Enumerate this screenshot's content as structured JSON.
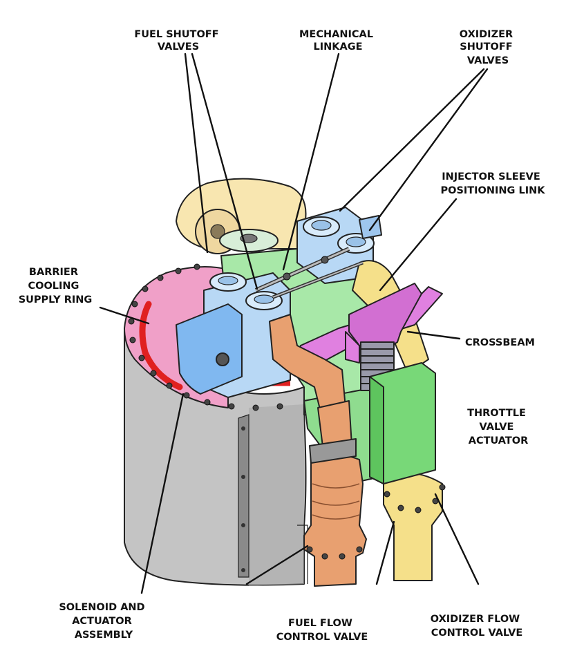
{
  "labels": {
    "fuel_shutoff_valves": [
      "FUEL SHUTOFF",
      "VALVES"
    ],
    "mechanical_linkage": [
      "MECHANICAL",
      "LINKAGE"
    ],
    "oxidizer_shutoff_valves": [
      "OXIDIZER",
      "SHUTOFF",
      "VALVES"
    ],
    "injector_sleeve_positioning_link": [
      "INJECTOR SLEEVE",
      "POSITIONING LINK"
    ],
    "barrier_cooling_supply_ring": [
      "BARRIER",
      "COOLING",
      "SUPPLY RING"
    ],
    "crossbeam": [
      "CROSSBEAM"
    ],
    "throttle_valve_actuator": [
      "THROTTLE",
      "VALVE",
      "ACTUATOR"
    ],
    "solenoid_and_actuator_assembly": [
      "SOLENOID AND",
      "ACTUATOR",
      "ASSEMBLY"
    ],
    "fuel_flow_control_valve": [
      "FUEL FLOW",
      "CONTROL VALVE"
    ],
    "oxidizer_flow_control_valve": [
      "OXIDIZER FLOW",
      "CONTROL VALVE"
    ]
  },
  "colors": {
    "fuel_components": "#e8a070",
    "oxidizer_components": "#f5e08a",
    "injector_body": "#a8e8a8",
    "solenoid_actuator": "#80b8f0",
    "valve_bodies": "#b8d8f5",
    "crossbeam_link": "#e080e0",
    "throttle_actuator": "#78d878",
    "cooling_ring": "#f0a0c8",
    "cooling_ring_pipe": "#e02020",
    "chamber_shell": "#c4c4c4",
    "gimbal_housing": "#f8e6b0"
  }
}
